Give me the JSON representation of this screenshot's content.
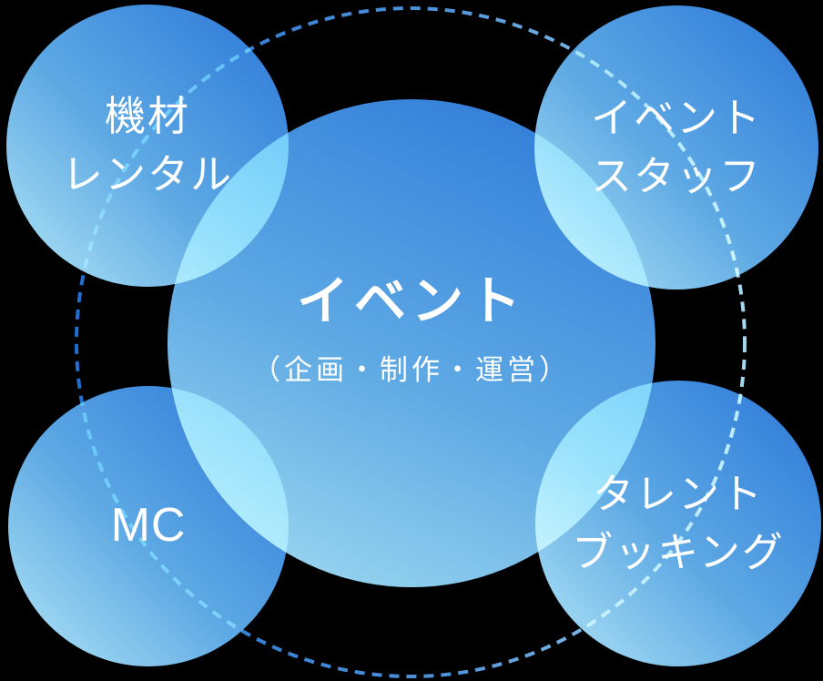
{
  "diagram": {
    "description": "event-services-relationship-diagram",
    "background_color": "#000000",
    "text_color": "#ffffff",
    "center_circle": {
      "title": "イベント",
      "subtitle": "（企画・制作・運営）"
    },
    "satellite_circles": [
      {
        "id": "equipment-rental",
        "position": "top-left",
        "lines": [
          "機材",
          "レンタル"
        ]
      },
      {
        "id": "event-staff",
        "position": "top-right",
        "lines": [
          "イベント",
          "スタッフ"
        ]
      },
      {
        "id": "mc",
        "position": "bottom-left",
        "lines": [
          "MC"
        ]
      },
      {
        "id": "talent-booking",
        "position": "bottom-right",
        "lines": [
          "タレント",
          "ブッキング"
        ]
      }
    ],
    "colors": {
      "circle_gradient_start": "#2a76d8",
      "circle_gradient_mid": "#5ea9e4",
      "circle_gradient_end": "#b4e7f7",
      "center_gradient_end": "#a6dff2",
      "dash_gradient_start": "#1e6fd0",
      "dash_gradient_end": "#a6d8ee"
    }
  }
}
